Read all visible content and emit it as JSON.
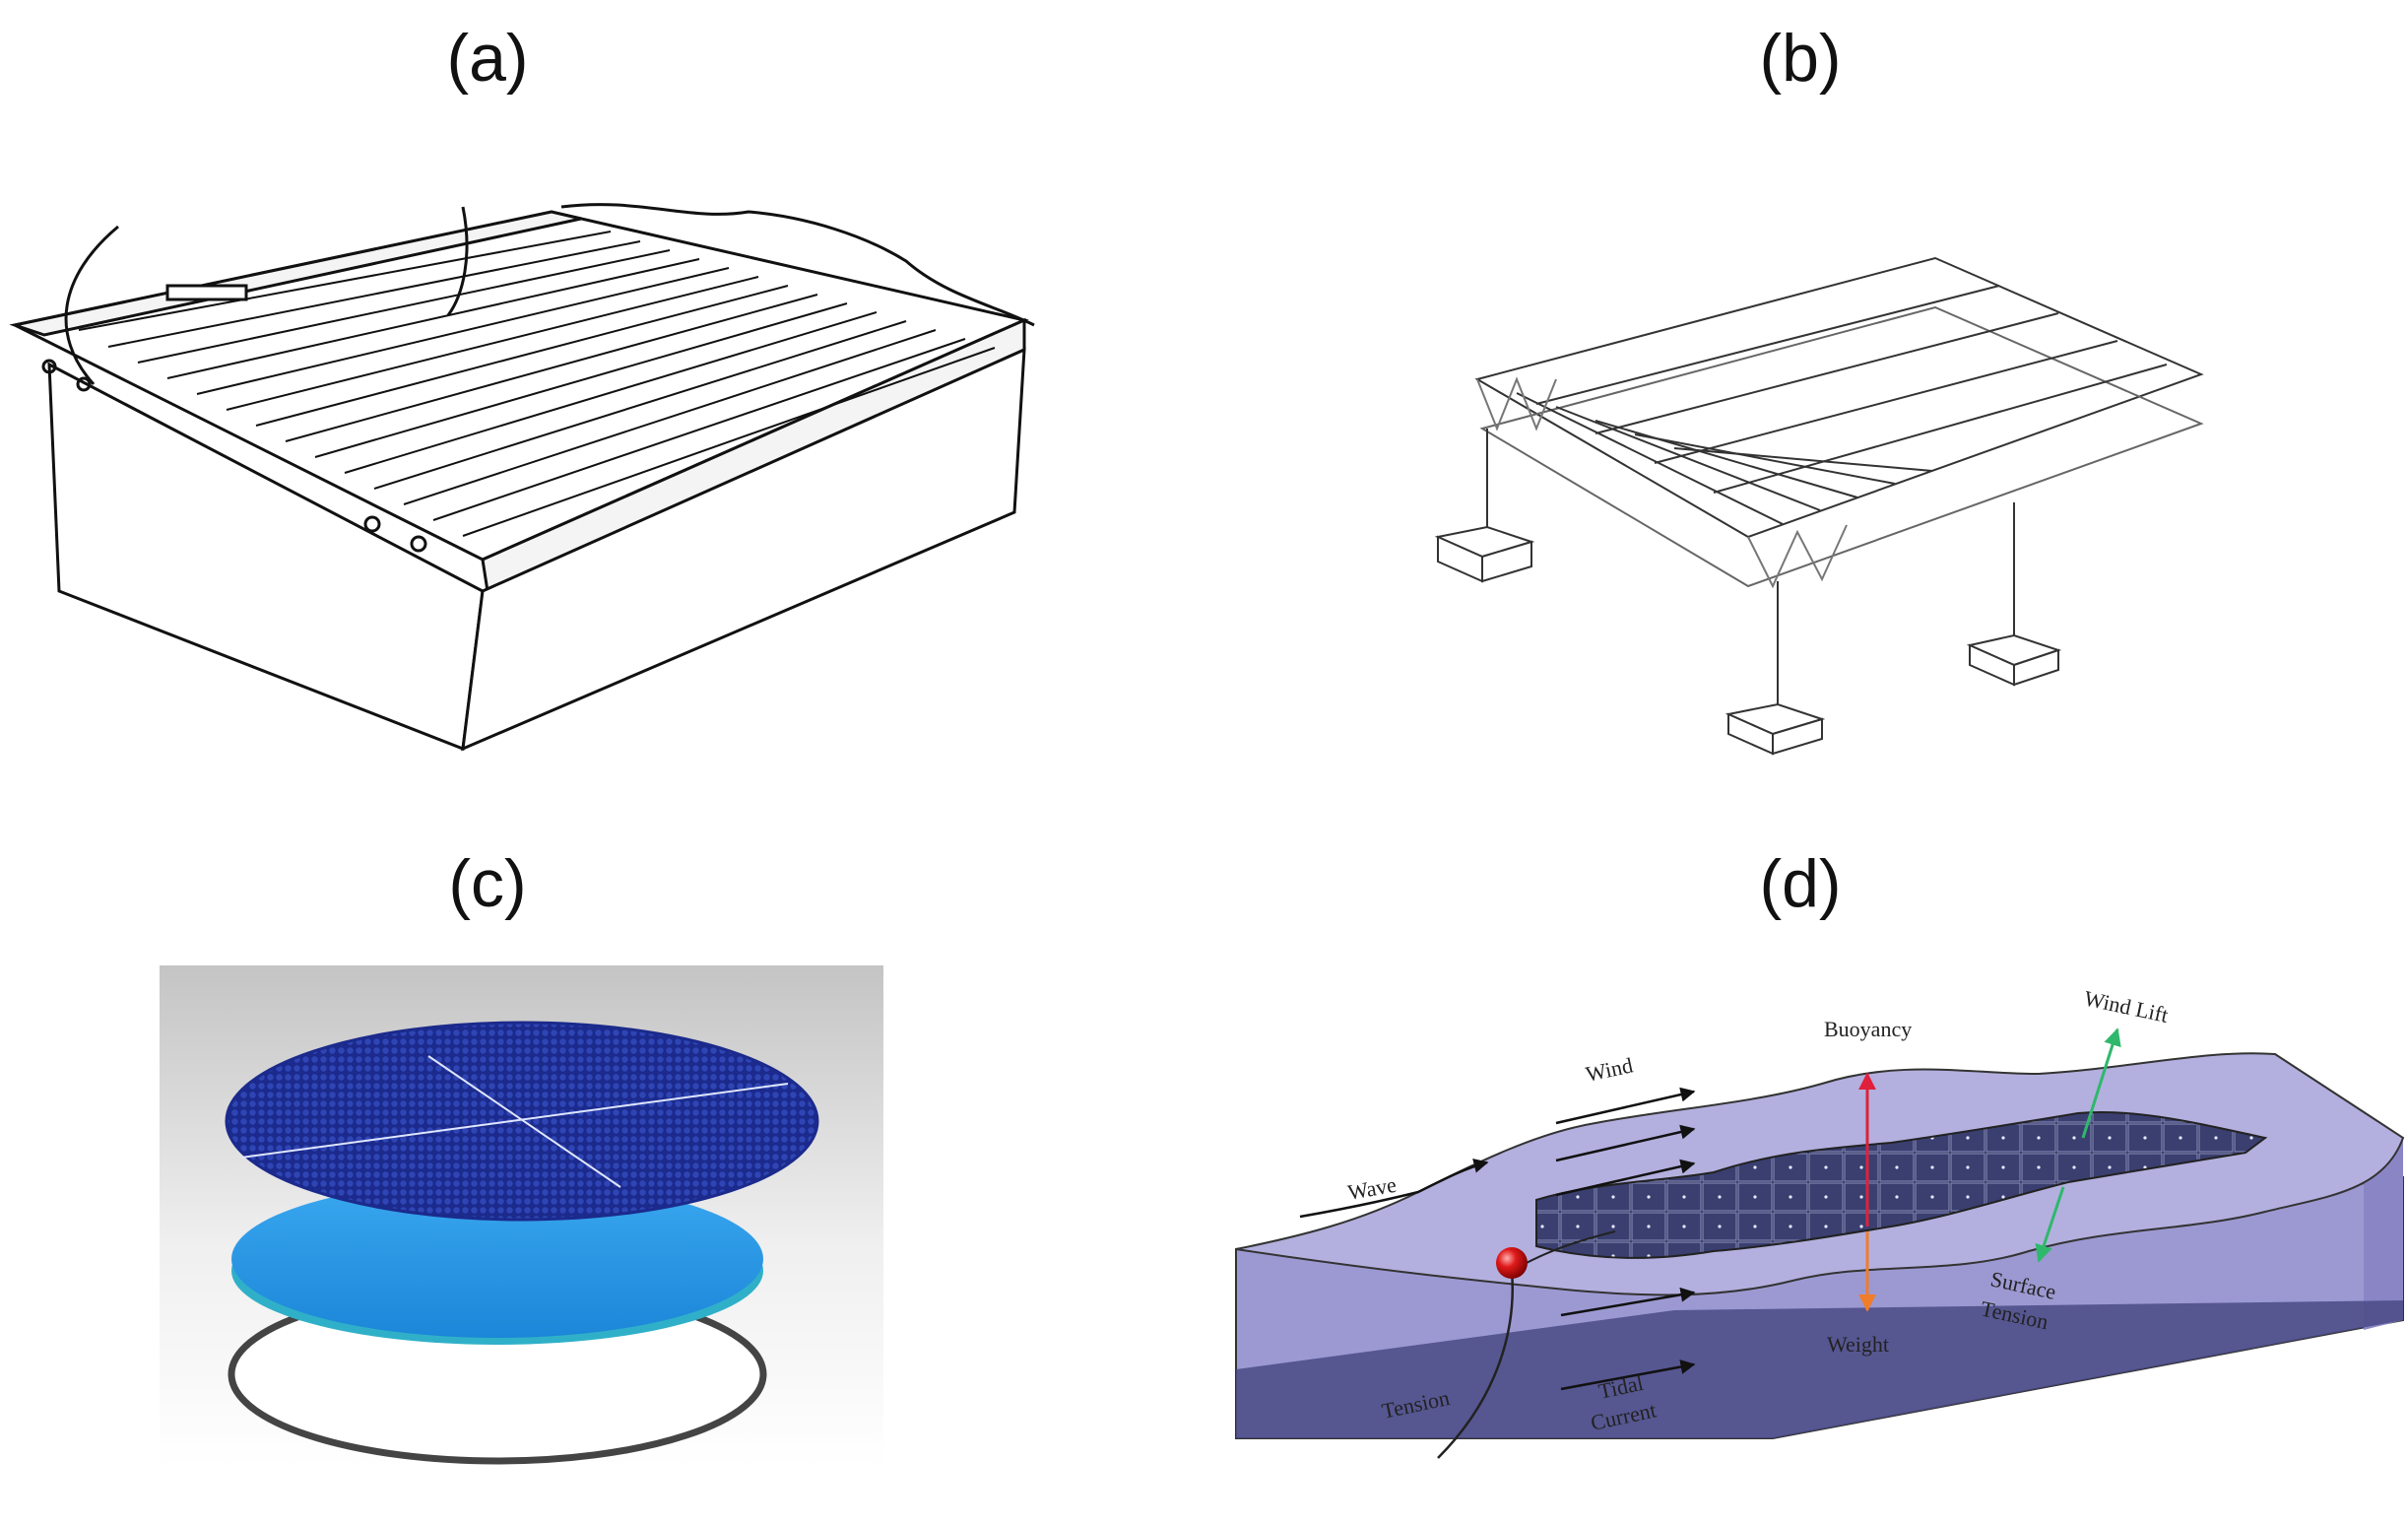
{
  "panels": {
    "a": {
      "label": "(a)"
    },
    "b": {
      "label": "(b)"
    },
    "c": {
      "label": "(c)"
    },
    "d": {
      "label": "(d)",
      "annotations": {
        "wind": "Wind",
        "wave": "Wave",
        "buoyancy": "Buoyancy",
        "wind_lift": "Wind Lift",
        "surface": "Surface",
        "tension_surface": "Tension",
        "weight": "Weight",
        "tidal": "Tidal",
        "current": "Current",
        "tension": "Tension"
      },
      "colors": {
        "water": "#a9a6d8",
        "water_dark": "#4a4a86",
        "buoyancy_arrow": "#e0203a",
        "wind_lift_arrow": "#2fb86c",
        "weight_arrow": "#f07d2a",
        "buoy": "#d8161c"
      }
    }
  }
}
